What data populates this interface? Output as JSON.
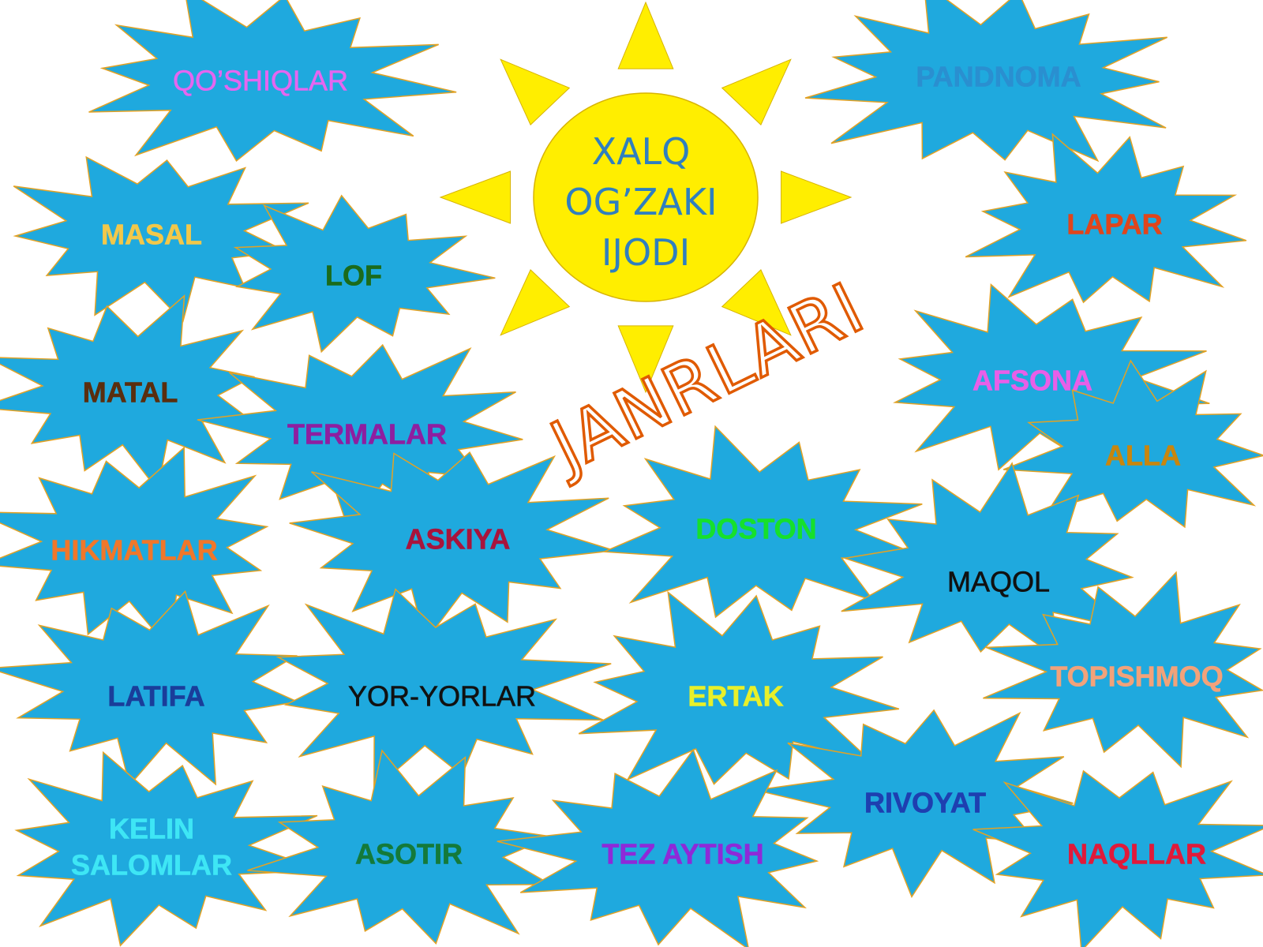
{
  "center": {
    "lines": [
      "XALQ",
      "OG’ZAKI",
      "IJODI"
    ]
  },
  "wordart": "JANRLARI",
  "colors": {
    "burst_fill": "#1fa9de",
    "burst_stroke": "#e3a224",
    "sun_fill": "#ffee00",
    "center_text": "#2f7fbf",
    "wordart_stroke": "#e05a00"
  },
  "genres": [
    {
      "label": "QO’SHIQLAR",
      "color": "#e566f0",
      "style": "plain"
    },
    {
      "label": "PANDNOMA",
      "color": "#2a8fd0",
      "style": "bold"
    },
    {
      "label": "MASAL",
      "color": "#f2c84a",
      "style": "bold"
    },
    {
      "label": "LOF",
      "color": "#1b6b1b",
      "style": "bold"
    },
    {
      "label": "LAPAR",
      "color": "#e0451c",
      "style": "bold"
    },
    {
      "label": "MATAL",
      "color": "#5a2e0e",
      "style": "bold"
    },
    {
      "label": "TERMALAR",
      "color": "#8e1fa0",
      "style": "bold"
    },
    {
      "label": "AFSONA",
      "color": "#e85fe8",
      "style": "bold"
    },
    {
      "label": "ALLA",
      "color": "#c8860e",
      "style": "bold"
    },
    {
      "label": "HIKMATLAR",
      "color": "#f0772a",
      "style": "bold"
    },
    {
      "label": "ASKIYA",
      "color": "#a8143c",
      "style": "bold"
    },
    {
      "label": "DOSTON",
      "color": "#16e02c",
      "style": "bold"
    },
    {
      "label": "MAQOL",
      "color": "#111111",
      "style": "plain"
    },
    {
      "label": "LATIFA",
      "color": "#1a3d9a",
      "style": "bold"
    },
    {
      "label": "YOR-YORLAR",
      "color": "#111111",
      "style": "plain"
    },
    {
      "label": "ERTAK",
      "color": "#e8f02a",
      "style": "bold"
    },
    {
      "label": "TOPISHMOQ",
      "color": "#f2a27a",
      "style": "bold"
    },
    {
      "label": "RIVOYAT",
      "color": "#1e3fb0",
      "style": "bold"
    },
    {
      "label": "KELIN SALOMLAR",
      "color": "#3ee6f5",
      "style": "bold"
    },
    {
      "label": "ASOTIR",
      "color": "#147a3a",
      "style": "bold"
    },
    {
      "label": "TEZ AYTISH",
      "color": "#8e2ad8",
      "style": "bold"
    },
    {
      "label": "NAQLLAR",
      "color": "#e01a3a",
      "style": "bold"
    }
  ]
}
